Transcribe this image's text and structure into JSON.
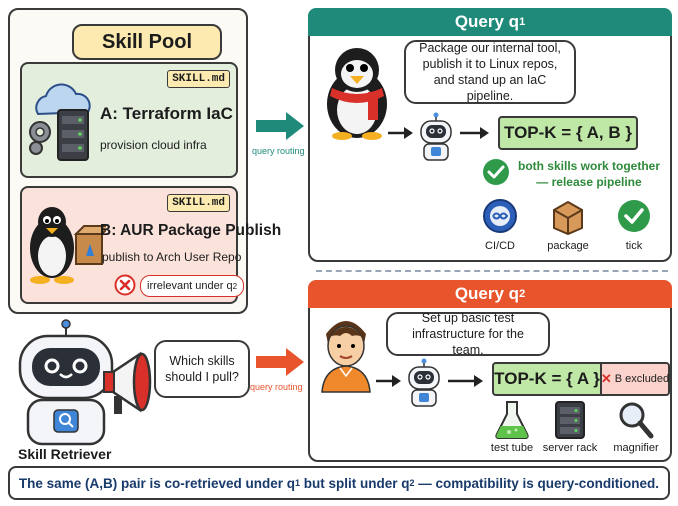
{
  "skill_pool": {
    "title": "Skill Pool",
    "skill_a": {
      "tag": "SKILL.md",
      "title": "A: Terraform IaC",
      "desc": "provision cloud infra"
    },
    "skill_b": {
      "tag": "SKILL.md",
      "title": "B: AUR Package Publish",
      "desc": "publish to Arch User Repo",
      "note": "irrelevant under q",
      "note_sub": "2"
    }
  },
  "retriever": {
    "label": "Skill Retriever",
    "bubble": "Which skills should I pull?"
  },
  "routing": {
    "label_1": "query routing",
    "label_2": "query routing"
  },
  "query1": {
    "title": "Query q",
    "title_sub": "1",
    "bubble": "Package our internal tool, publish it to Linux repos, and stand up an IaC pipeline.",
    "topk": "TOP-K = { A, B }",
    "result": "both skills work together — release pipeline",
    "icons": [
      {
        "name": "cicd-icon",
        "label": "CI/CD"
      },
      {
        "name": "package-icon",
        "label": "package"
      },
      {
        "name": "tick-icon",
        "label": "tick"
      }
    ]
  },
  "query2": {
    "title": "Query q",
    "title_sub": "2",
    "bubble": "Set up basic test infrastructure for the team.",
    "topk": "TOP-K = { A }",
    "excluded": "B excluded",
    "icons": [
      {
        "name": "test-tube-icon",
        "label": "test tube"
      },
      {
        "name": "server-rack-icon",
        "label": "server rack"
      },
      {
        "name": "magnifier-icon",
        "label": "magnifier"
      }
    ]
  },
  "footer": {
    "part1": "The same (A,B) pair is co-retrieved under q",
    "sub1": "1",
    "part2": " but split under q",
    "sub2": "2",
    "part3": " — compatibility is query-conditioned."
  },
  "colors": {
    "teal": "#1f8a7a",
    "orange": "#e8542c",
    "green_topk": "#bfe8a6",
    "red_excluded": "#fbd3cc",
    "footer_text": "#183a6b"
  }
}
